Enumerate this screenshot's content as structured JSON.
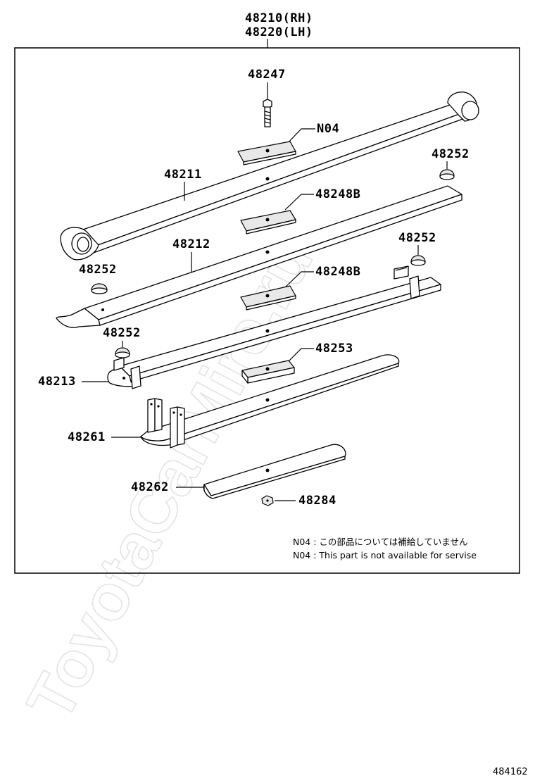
{
  "assembly": {
    "rh": "48210(RH)",
    "lh": "48220(LH)"
  },
  "parts": {
    "bolt": "48247",
    "n04": "N04",
    "main_leaf": "48211",
    "bumper_right_top": "48252",
    "seat_top": "48248B",
    "second_leaf": "48212",
    "bumper_right_mid": "48252",
    "bumper_left_upper": "48252",
    "seat_mid": "48248B",
    "bumper_left_lower": "48252",
    "spacer": "48253",
    "third_leaf": "48213",
    "fourth_leaf": "48261",
    "fifth_leaf": "48262",
    "nut": "48284"
  },
  "notes": {
    "jp": "N04 : この部品については補給していません",
    "en": "N04 : This part is not available for servise"
  },
  "watermark": "ToyotaCarMire.ru",
  "figure_number": "484162"
}
